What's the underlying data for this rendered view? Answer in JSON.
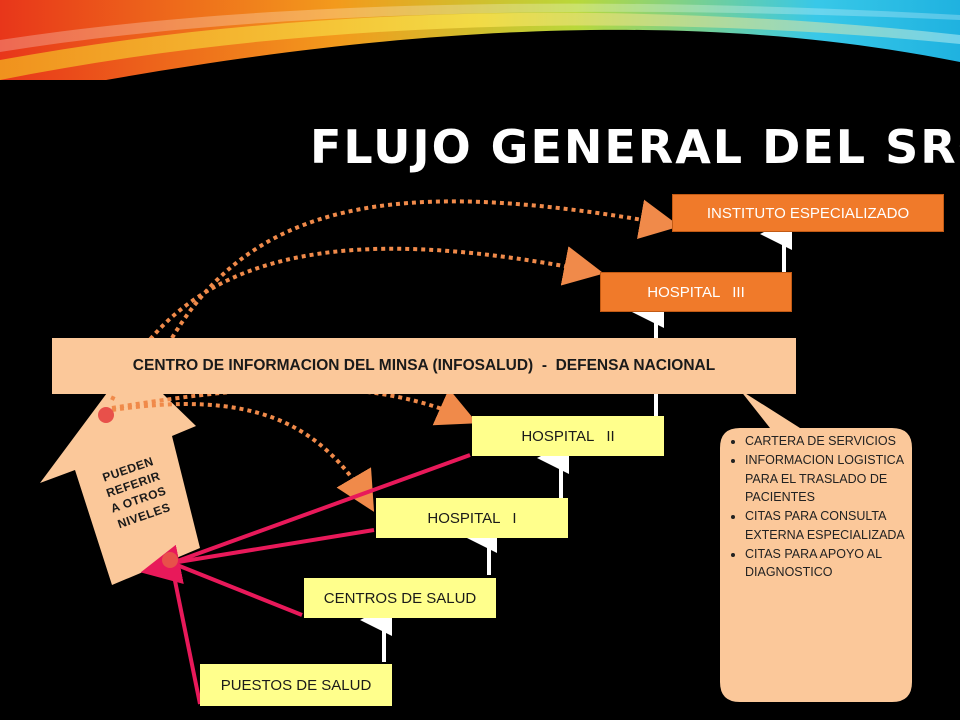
{
  "title": "FLUJO GENERAL DEL SRC",
  "nodes": {
    "instituto": "INSTITUTO ESPECIALIZADO",
    "hospital_iii": "HOSPITAL   III",
    "centro_info": "CENTRO DE INFORMACION DEL MINSA (INFOSALUD)  -  DEFENSA NACIONAL",
    "hospital_ii": "HOSPITAL   II",
    "hospital_i": "HOSPITAL   I",
    "centros_salud": "CENTROS DE SALUD",
    "puestos_salud": "PUESTOS DE SALUD"
  },
  "arrow_label": [
    "PUEDEN",
    "REFERIR",
    "A OTROS",
    "NIVELES"
  ],
  "callout_items": [
    "CARTERA DE SERVICIOS",
    "INFORMACION LOGISTICA PARA EL TRASLADO DE PACIENTES",
    "CITAS PARA CONSULTA EXTERNA ESPECIALIZADA",
    "CITAS PARA APOYO AL DIAGNOSTICO"
  ],
  "colors": {
    "orange_box": "#f07a2a",
    "yellow_box": "#ffff8c",
    "peach": "#fbc89a",
    "magenta_line": "#e8195a",
    "dotted_arrow": "#f08a4a",
    "node_dot": "#e8504a"
  }
}
